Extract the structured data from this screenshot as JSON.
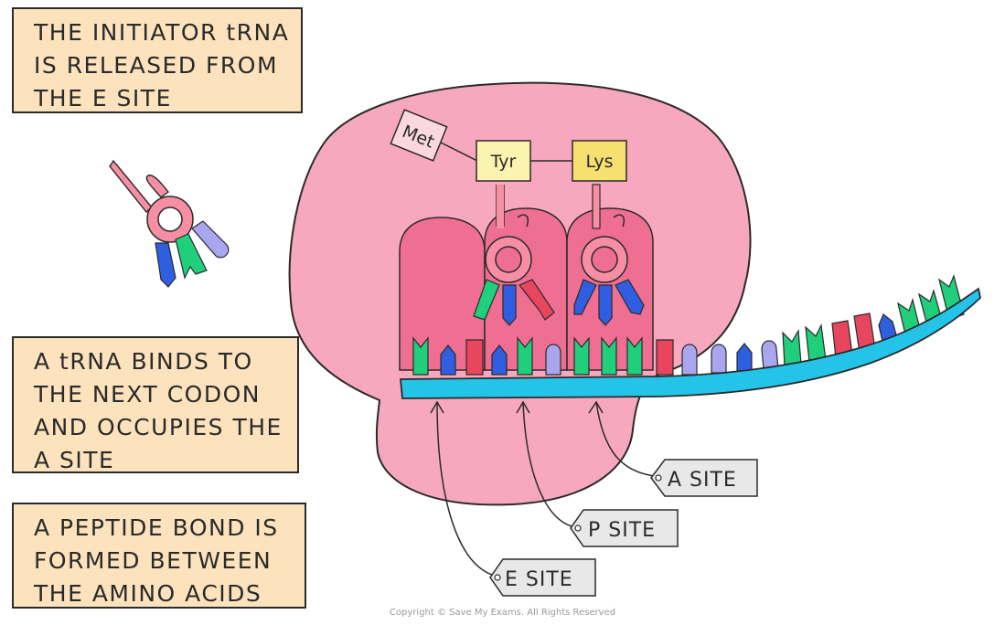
{
  "notes": [
    {
      "lines": [
        "THE INITIATOR tRNA",
        "IS RELEASED FROM",
        "THE  E SITE"
      ]
    },
    {
      "lines": [
        "A tRNA BINDS TO",
        "THE NEXT CODON",
        "AND OCCUPIES THE",
        "A SITE"
      ]
    },
    {
      "lines": [
        "A PEPTIDE BOND IS",
        "FORMED BETWEEN",
        "THE AMINO ACIDS"
      ]
    }
  ],
  "amino_acids": {
    "met": "Met",
    "tyr": "Tyr",
    "lys": "Lys"
  },
  "site_tags": {
    "a": "A SITE",
    "p": "P SITE",
    "e": "E SITE"
  },
  "copyright": "Copyright © Save My Exams. All Rights Reserved",
  "colors": {
    "ribosome": "#f7a8be",
    "ribosome_site": "#ef6f93",
    "mrna": "#23c4e8",
    "base_green": "#1fcf7b",
    "base_blue": "#2f5fe0",
    "base_red": "#e8455f",
    "base_lavender": "#a9a6ef",
    "trna_loop": "#f88ea3",
    "note_fill": "#fde3bd",
    "tag_fill": "#e8e8e8",
    "lys_fill": "#f5e070",
    "tyr_fill": "#fbf3b0",
    "met_fill": "#fbd8df"
  }
}
